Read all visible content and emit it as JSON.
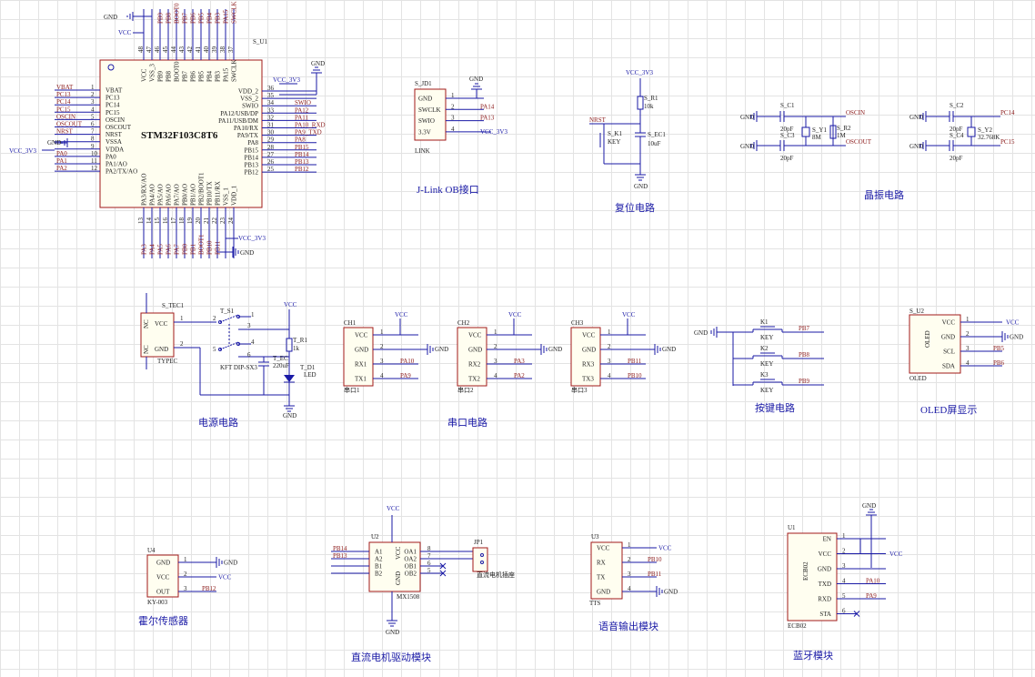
{
  "sections": {
    "jlink": "J-Link OB接口",
    "reset": "复位电路",
    "crystal": "晶振电路",
    "power": "电源电路",
    "serial": "串口电路",
    "button": "按键电路",
    "oled": "OLED屏显示",
    "hall": "霍尔传感器",
    "motor": "直流电机驱动模块",
    "voice": "语音输出模块",
    "bluetooth": "蓝牙模块"
  },
  "mcu": {
    "ref": "S_U1",
    "part": "STM32F103C8T6",
    "left_pins": [
      "VBAT",
      "PC13",
      "PC14",
      "PC15",
      "OSCIN",
      "OSCOUT",
      "NRST",
      "VSSA",
      "VDDA",
      "PA0",
      "PA1/AO",
      "PA2/TX/AO"
    ],
    "left_nums": [
      "1",
      "2",
      "3",
      "4",
      "5",
      "6",
      "7",
      "8",
      "9",
      "10",
      "11",
      "12"
    ],
    "left_nets": [
      "VBAT",
      "PC13",
      "PC14",
      "PC15",
      "OSCIN",
      "OSCOUT",
      "NRST",
      "GND",
      "VCC_3V3",
      "PA0",
      "PA1",
      "PA2"
    ],
    "right_pins": [
      "VDD_2",
      "VSS_2",
      "SWIO",
      "PA12/USB/DP",
      "PA11/USB/DM",
      "PA10/RX",
      "PA9/TX",
      "PA8",
      "PB15",
      "PB14",
      "PB13",
      "PB12"
    ],
    "right_nums": [
      "36",
      "35",
      "34",
      "33",
      "32",
      "31",
      "30",
      "29",
      "28",
      "27",
      "26",
      "25"
    ],
    "right_nets": [
      "VCC_3V3",
      "GND",
      "SWIO",
      "PA12",
      "PA11",
      "PA10_RXD",
      "PA9_TXD",
      "PA8",
      "PB15",
      "PB14",
      "PB13",
      "PB12"
    ],
    "top_pins": [
      "VCC",
      "VSS_3",
      "PB9",
      "PB8",
      "BOOT0",
      "PB7",
      "PB6",
      "PB5",
      "PB4",
      "PB3",
      "PA15",
      "SWCLK"
    ],
    "top_nums": [
      "48",
      "47",
      "46",
      "45",
      "44",
      "43",
      "42",
      "41",
      "40",
      "39",
      "38",
      "37"
    ],
    "top_nets": [
      "GND",
      "PB9",
      "PB8",
      "BOOT0",
      "PB7",
      "PB6",
      "PB5",
      "PB4",
      "PB3",
      "PA15",
      "SWCLK"
    ],
    "bottom_pins": [
      "PA3/RX/AO",
      "PA4/AO",
      "PA5/AO",
      "PA6/AO",
      "PA7/AO",
      "PB0/AO",
      "PB1/AO",
      "PB2/BOOT1",
      "PB10/TX",
      "PB11/RX",
      "VSS_1",
      "VDD_1"
    ],
    "bottom_nums": [
      "13",
      "14",
      "15",
      "16",
      "17",
      "18",
      "19",
      "20",
      "21",
      "22",
      "23",
      "24"
    ],
    "bottom_nets": [
      "PA3",
      "PA4",
      "PA5",
      "PA6",
      "PA7",
      "PB0",
      "PB1",
      "BOOT1",
      "PB10",
      "PB11"
    ],
    "vcc": "VCC",
    "gnd": "GND",
    "vcc3": "VCC_3V3"
  },
  "jlink": {
    "ref": "S_JD1",
    "part": "LINK",
    "pins": [
      "GND",
      "SWCLK",
      "SWIO",
      "3.3V"
    ],
    "nums": [
      "1",
      "2",
      "3",
      "4"
    ],
    "nets": [
      "PA14",
      "PA13",
      "VCC_3V3"
    ],
    "gnd": "GND"
  },
  "reset": {
    "vcc": "VCC_3V3",
    "r_ref": "S_R1",
    "r_val": "10k",
    "net": "NRST",
    "k_ref": "S_K1",
    "k_val": "KEY",
    "c_ref": "S_EC1",
    "c_val": "10uF",
    "gnd": "GND"
  },
  "crystal": {
    "c1": "S_C1",
    "c1v": "20pF",
    "c3": "S_C3",
    "c3v": "20pF",
    "y1": "S_Y1",
    "y1v": "8M",
    "r2": "S_R2",
    "r2v": "1M",
    "oscin": "OSCIN",
    "oscout": "OSCOUT",
    "c2": "S_C2",
    "c2v": "20pF",
    "c4": "S_C4",
    "c4v": "20pF",
    "y2": "S_Y2",
    "y2v": "32.768K",
    "pc14": "PC14",
    "pc15": "PC15",
    "gnd": "GND"
  },
  "power": {
    "tc": "S_TEC1",
    "tc_part": "TYPEC",
    "tc_pins": [
      "VCC",
      "GND"
    ],
    "tc_nc": "NC",
    "sw": "T_S1",
    "sw_part": "KFT DIP-SX3",
    "ec": "T_EC",
    "ec_val": "220uF",
    "r": "T_R1",
    "r_val": "1k",
    "led": "T_D1",
    "led_val": "LED",
    "vcc": "VCC",
    "gnd": "GND"
  },
  "serial": [
    {
      "ch": "CH1",
      "pins": [
        "VCC",
        "GND",
        "RX1",
        "TX1"
      ],
      "nets": [
        "PA10",
        "PA9"
      ],
      "foot": "串口1"
    },
    {
      "ch": "CH2",
      "pins": [
        "VCC",
        "GND",
        "RX2",
        "TX2"
      ],
      "nets": [
        "PA3",
        "PA2"
      ],
      "foot": "串口2"
    },
    {
      "ch": "CH3",
      "pins": [
        "VCC",
        "GND",
        "RX3",
        "TX3"
      ],
      "nets": [
        "PB11",
        "PB10"
      ],
      "foot": "串口3"
    }
  ],
  "buttons": {
    "gnd": "GND",
    "keys": [
      {
        "ref": "K1",
        "val": "KEY",
        "net": "PB7"
      },
      {
        "ref": "K2",
        "val": "KEY",
        "net": "PB8"
      },
      {
        "ref": "K3",
        "val": "KEY",
        "net": "PB9"
      }
    ]
  },
  "oled": {
    "ref": "S_U2",
    "part": "OLED",
    "pins": [
      "VCC",
      "GND",
      "SCL",
      "SDA"
    ],
    "nets": [
      "VCC",
      "GND",
      "PB5",
      "PB6"
    ]
  },
  "hall": {
    "ref": "U4",
    "part": "KY-003",
    "pins": [
      "GND",
      "VCC",
      "OUT"
    ],
    "nets": [
      "GND",
      "VCC",
      "PB12"
    ]
  },
  "motor": {
    "ref": "U2",
    "part": "MX1508",
    "left": [
      "A1",
      "A2",
      "B1",
      "B2"
    ],
    "right": [
      "OA1",
      "OA2",
      "OB1",
      "OB2"
    ],
    "in_nets": [
      "PB14",
      "PB13"
    ],
    "jp": "JP1",
    "jp_label": "直流电机插座",
    "vcc": "VCC",
    "gnd": "GND"
  },
  "voice": {
    "ref": "U3",
    "part": "TTS",
    "pins": [
      "VCC",
      "RX",
      "TX",
      "GND"
    ],
    "nets": [
      "VCC",
      "PB10",
      "PB11",
      "GND"
    ]
  },
  "bluetooth": {
    "ref": "U1",
    "part": "ECB02",
    "pins": [
      "EN",
      "VCC",
      "GND",
      "TXD",
      "RXD",
      "STA"
    ],
    "nets": [
      "VCC",
      "PA10",
      "PA9"
    ],
    "gnd": "GND"
  }
}
